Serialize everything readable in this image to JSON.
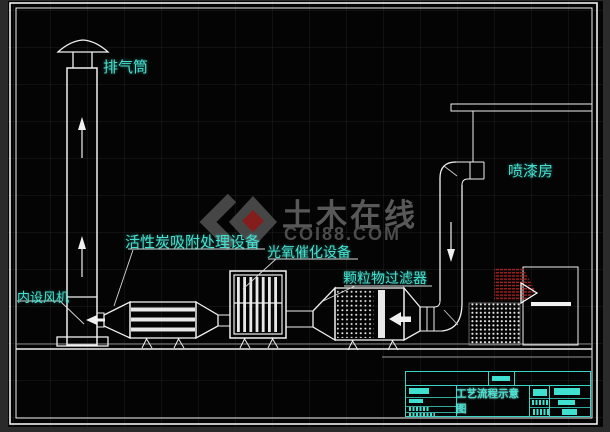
{
  "drawing": {
    "labels": {
      "exhaust_stack": "排气筒",
      "internal_fan": "内设风机",
      "activated_carbon_unit": "活性炭吸附处理设备",
      "photo_catalytic_unit": "光氧催化设备",
      "particulate_filter": "颗粒物过滤器",
      "spray_room": "喷漆房"
    }
  },
  "watermark": {
    "brand": "土木在线",
    "domain": "COI88.COM"
  },
  "title_block": {
    "title": "工艺流程示意图"
  },
  "colors": {
    "background": "#040404",
    "line_white": "#f0f0f0",
    "label_cyan": "#45e0cf",
    "title_block_cyan": "#38d6c6",
    "hatch_red": "#9b2020",
    "watermark_gray": "#4f4f4f",
    "watermark_red": "#8e1f1f"
  }
}
